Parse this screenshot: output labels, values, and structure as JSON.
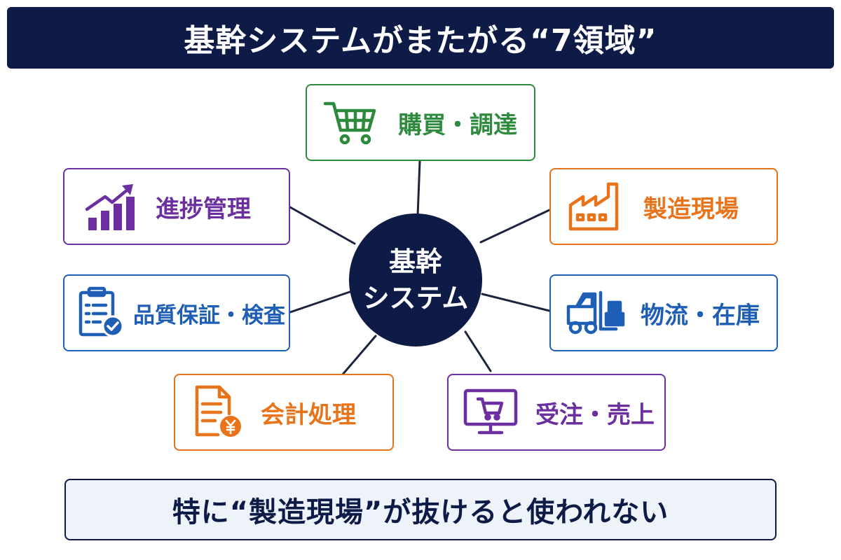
{
  "title": "基幹システムがまたがる“7領域”",
  "hub": {
    "line1": "基幹",
    "line2": "システム"
  },
  "areas": [
    {
      "label": "購買・調達",
      "icon": "shopping-cart-icon",
      "color": "#2e8b3e"
    },
    {
      "label": "製造現場",
      "icon": "factory-icon",
      "color": "#e8731a"
    },
    {
      "label": "物流・在庫",
      "icon": "forklift-icon",
      "color": "#1f5eb5"
    },
    {
      "label": "受注・売上",
      "icon": "monitor-cart-icon",
      "color": "#6b2fa0"
    },
    {
      "label": "会計処理",
      "icon": "yen-document-icon",
      "color": "#e8731a"
    },
    {
      "label": "品質保証・検査",
      "icon": "checklist-icon",
      "color": "#1f5eb5"
    },
    {
      "label": "進捗管理",
      "icon": "growth-chart-icon",
      "color": "#6b2fa0"
    }
  ],
  "footer": "特に“製造現場”が抜けると使われない",
  "colors": {
    "navy": "#0e1b47",
    "footer_bg": "#eef2f9"
  }
}
